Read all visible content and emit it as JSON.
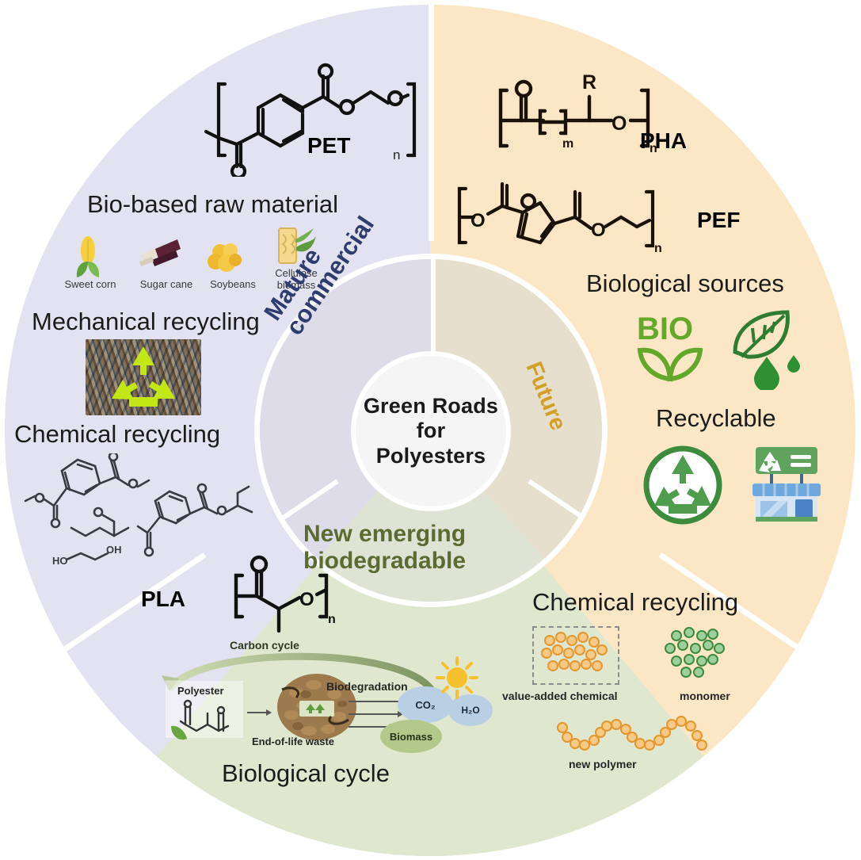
{
  "center": {
    "title_line1": "Green Roads",
    "title_line2": "for",
    "title_line3": "Polyesters"
  },
  "ring_labels": {
    "mature_line1": "Mature",
    "mature_line2": "commercial",
    "mature_color": "#2e3d6e",
    "future": "Future",
    "future_color": "#d2a026",
    "new_line1": "New emerging",
    "new_line2": "biodegradable",
    "new_color": "#5a6b33"
  },
  "sectors": {
    "left": {
      "name": "mature-commercial",
      "background": "#e3e2f0",
      "polymer_label": "PET",
      "polymer_subscript": "n",
      "heading_raw": "Bio-based raw material",
      "feedstocks": [
        {
          "label": "Sweet corn",
          "icon": "corn-icon"
        },
        {
          "label": "Sugar cane",
          "icon": "sugarcane-icon"
        },
        {
          "label": "Soybeans",
          "icon": "soybean-icon"
        },
        {
          "label": "Cellulose biomass",
          "icon": "cellulose-icon"
        }
      ],
      "heading_mech": "Mechanical recycling",
      "mech_icon": "recycling-symbol-photo",
      "heading_chem": "Chemical recycling",
      "chem_labels": [
        "O",
        "O",
        "O",
        "O",
        "O",
        "O",
        "O",
        "O",
        "HO",
        "OH"
      ]
    },
    "right": {
      "name": "future",
      "background": "#fbe7c5",
      "polymer_labels": [
        "PHA",
        "PEF"
      ],
      "pha_subscripts": {
        "r": "R",
        "o": "O",
        "m": "m",
        "n": "n"
      },
      "pef_subscripts": {
        "o": "O",
        "n": "n"
      },
      "heading_sources": "Biological sources",
      "bio_badge": "BIO",
      "icons": [
        "bio-leaf-icon",
        "leaf-droplet-icon"
      ],
      "heading_recyclable": "Recyclable",
      "recyclable_icons": [
        "recycling-circle-icon",
        "recycling-shop-icon"
      ]
    },
    "bottom": {
      "name": "new-emerging-biodegradable",
      "background": "#dfe7cf",
      "polymer_label": "PLA",
      "polymer_subscript": "n",
      "cycle": {
        "arc_label": "Carbon cycle",
        "source_label": "Polyester",
        "waste_label": "End-of-life waste",
        "process_label": "Biodegradation",
        "products": [
          "CO₂",
          "H₂O",
          "Biomass"
        ],
        "sun_icon": "sun-icon",
        "bottom_label": "Biological cycle"
      },
      "chem_recycling": {
        "heading": "Chemical recycling",
        "items": [
          {
            "label": "value-added chemical",
            "icon": "orange-dots-boxed-icon",
            "color": "#f0a84a"
          },
          {
            "label": "monomer",
            "icon": "green-dots-icon",
            "color": "#4f9c4f"
          },
          {
            "label": "new polymer",
            "icon": "orange-bead-chain-icon",
            "color": "#f0a84a"
          }
        ]
      }
    }
  },
  "palette": {
    "lavender": "#e3e2f0",
    "cream": "#fbe7c5",
    "sage": "#dfe7cf",
    "ring_gray": "#dedce9",
    "core": "#f5f5f5",
    "green_accent": "#4f9c4f",
    "orange_accent": "#f0a84a"
  }
}
